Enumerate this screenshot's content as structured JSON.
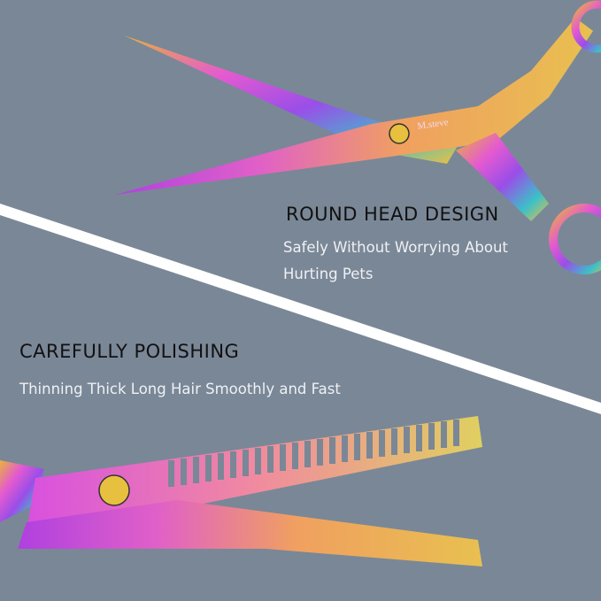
{
  "features": [
    {
      "heading": "ROUND HEAD DESIGN",
      "lines": [
        "Safely Without Worrying About",
        "Hurting Pets"
      ]
    },
    {
      "heading": "CAREFULLY POLISHING",
      "lines": [
        "Thinning Thick Long Hair Smoothly and Fast"
      ]
    }
  ],
  "brand_mark": "M.steve",
  "colors": {
    "background": "#7a8797",
    "divider": "#ffffff",
    "heading": "#111111",
    "subtext": "#eef1f4"
  }
}
